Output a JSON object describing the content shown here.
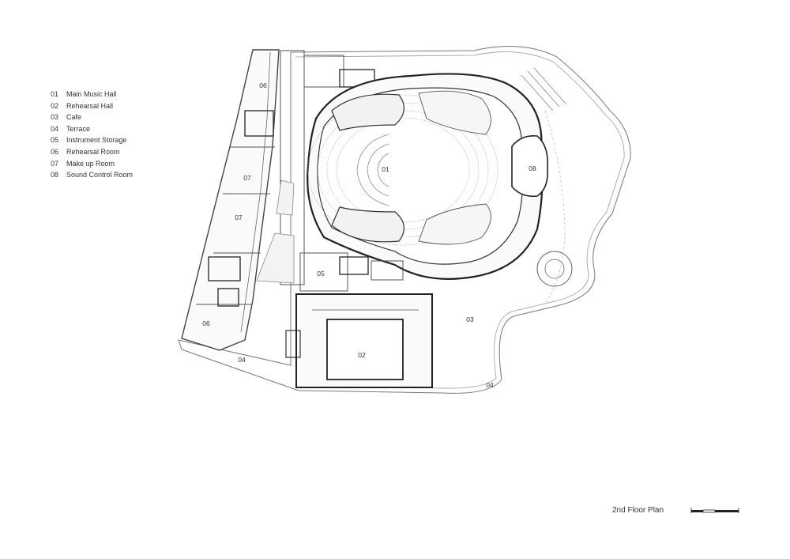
{
  "legend": [
    {
      "num": "01",
      "name": "Main Music Hall"
    },
    {
      "num": "02",
      "name": "Rehearsal Hall"
    },
    {
      "num": "03",
      "name": "Cafe"
    },
    {
      "num": "04",
      "name": "Terrace"
    },
    {
      "num": "05",
      "name": "Instrument Storage"
    },
    {
      "num": "06",
      "name": "Rehearsal Room"
    },
    {
      "num": "07",
      "name": "Make up Room"
    },
    {
      "num": "08",
      "name": "Sound Control Room"
    }
  ],
  "room_labels": {
    "main_hall": "01",
    "rehearsal_hall": "02",
    "cafe": "03",
    "terrace_left": "04",
    "terrace_right": "04",
    "storage": "05",
    "rehearsal_room_top": "06",
    "rehearsal_room_bottom": "06",
    "makeup_top": "07",
    "makeup_bottom": "07",
    "sound_control": "08"
  },
  "title": "2nd Floor Plan"
}
